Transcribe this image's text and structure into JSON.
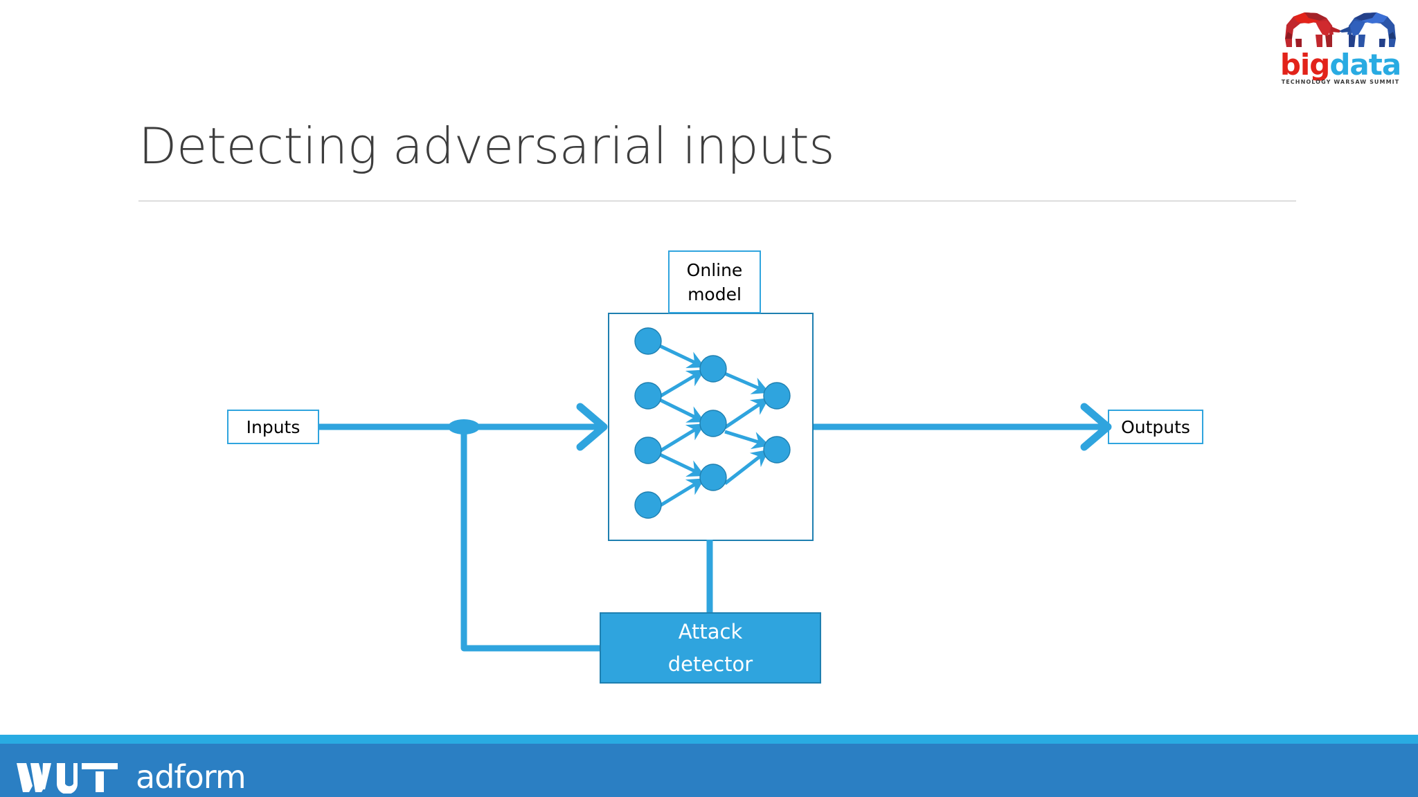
{
  "slide": {
    "title": "Detecting adversarial inputs",
    "background": "#ffffff"
  },
  "logo": {
    "name": "bigdata-technology-warsaw-summit-logo",
    "word_first": "big",
    "word_second": "data",
    "tagline": "TECHNOLOGY WARSAW SUMMIT",
    "color_first": "#E2231A",
    "color_second": "#29ABE2",
    "elephant_left_color": "#C1272D",
    "elephant_right_color": "#2B55A8"
  },
  "diagram": {
    "accent_color": "#2FA4DE",
    "accent_dark": "#1E7FB0",
    "nodes": {
      "inputs": "Inputs",
      "outputs": "Outputs",
      "online_model_line1": "Online",
      "online_model_line2": "model",
      "attack_detector_line1": "Attack",
      "attack_detector_line2": "detector"
    },
    "network": {
      "layer_sizes": [
        4,
        3,
        2
      ],
      "node_radius": 19,
      "layer1_y": [
        493,
        572,
        651,
        730
      ],
      "layer2_y": [
        533,
        612,
        690
      ],
      "layer3_y": [
        572,
        650
      ],
      "layer_x": [
        936,
        1030,
        1122
      ],
      "edges": [
        [
          0,
          0,
          1,
          0
        ],
        [
          0,
          1,
          1,
          0
        ],
        [
          0,
          1,
          1,
          1
        ],
        [
          0,
          2,
          1,
          1
        ],
        [
          0,
          2,
          1,
          2
        ],
        [
          0,
          3,
          1,
          2
        ],
        [
          1,
          0,
          2,
          0
        ],
        [
          1,
          1,
          2,
          0
        ],
        [
          1,
          1,
          2,
          1
        ],
        [
          1,
          2,
          2,
          1
        ]
      ]
    },
    "connections": [
      {
        "from": "inputs",
        "to": "online-model",
        "style": "arrow"
      },
      {
        "from": "online-model",
        "to": "outputs",
        "style": "arrow"
      },
      {
        "from": "inputs-tap",
        "to": "attack-detector",
        "style": "line"
      },
      {
        "from": "online-model",
        "to": "attack-detector",
        "style": "line"
      }
    ]
  },
  "footer": {
    "university_logo": "WUT",
    "sponsor": "adform",
    "strip_color": "#29ABE2",
    "bar_color": "#2B7FC3"
  }
}
